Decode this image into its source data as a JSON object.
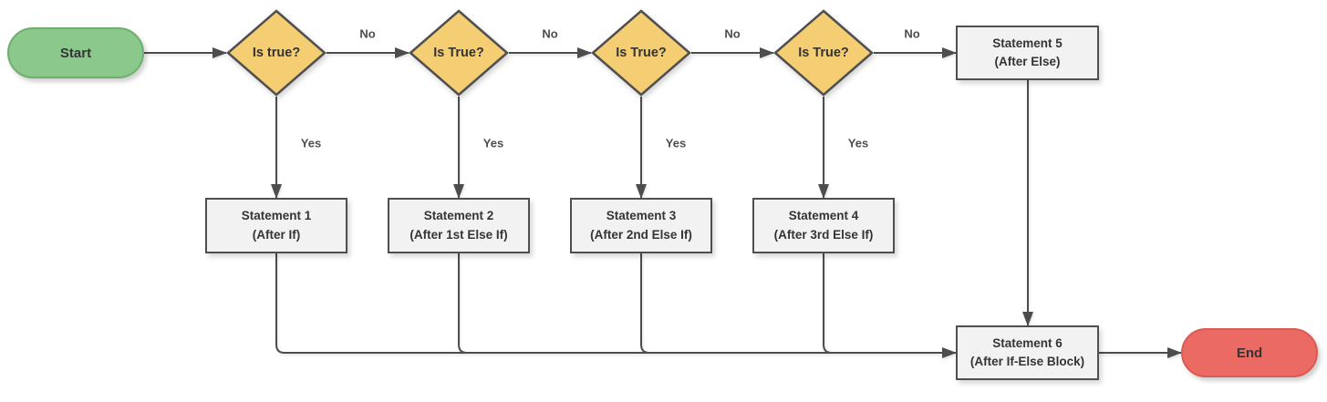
{
  "diagram": {
    "nodes": {
      "start": {
        "label": "Start"
      },
      "decision1": {
        "label": "Is true?"
      },
      "decision2": {
        "label": "Is True?"
      },
      "decision3": {
        "label": "Is True?"
      },
      "decision4": {
        "label": "Is True?"
      },
      "statement1": {
        "line1": "Statement 1",
        "line2": "(After If)"
      },
      "statement2": {
        "line1": "Statement 2",
        "line2": "(After 1st Else If)"
      },
      "statement3": {
        "line1": "Statement 3",
        "line2": "(After 2nd Else If)"
      },
      "statement4": {
        "line1": "Statement 4",
        "line2": "(After 3rd Else If)"
      },
      "statement5": {
        "line1": "Statement 5",
        "line2": "(After Else)"
      },
      "statement6": {
        "line1": "Statement 6",
        "line2": "(After If-Else Block)"
      },
      "end": {
        "label": "End"
      }
    },
    "edge_labels": {
      "no1": "No",
      "no2": "No",
      "no3": "No",
      "no4": "No",
      "yes1": "Yes",
      "yes2": "Yes",
      "yes3": "Yes",
      "yes4": "Yes"
    },
    "colors": {
      "start-fill": "#8BC88B",
      "start-border": "#6FAE6F",
      "end-fill": "#EB6A63",
      "end-border": "#D95B53",
      "decision-fill": "#F5CE74",
      "process-fill": "#F2F2F2",
      "node-border": "#4F4F4F",
      "connector": "#4D4D4D",
      "node-text": "#343434",
      "label-text": "#4D4D4D"
    }
  }
}
